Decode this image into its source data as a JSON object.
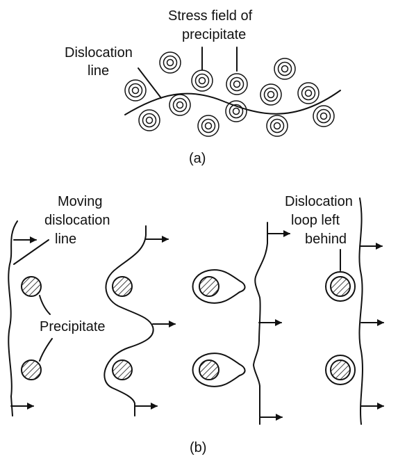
{
  "panel_a": {
    "label_stress_line1": "Stress field of",
    "label_stress_line2": "precipitate",
    "label_disloc_line1": "Dislocation",
    "label_disloc_line2": "line",
    "caption": "(a)"
  },
  "panel_b": {
    "label_moving_line1": "Moving",
    "label_moving_line2": "dislocation",
    "label_moving_line3": "line",
    "label_precipitate": "Precipitate",
    "label_loop_line1": "Dislocation",
    "label_loop_line2": "loop left",
    "label_loop_line3": "behind",
    "caption": "(b)"
  }
}
